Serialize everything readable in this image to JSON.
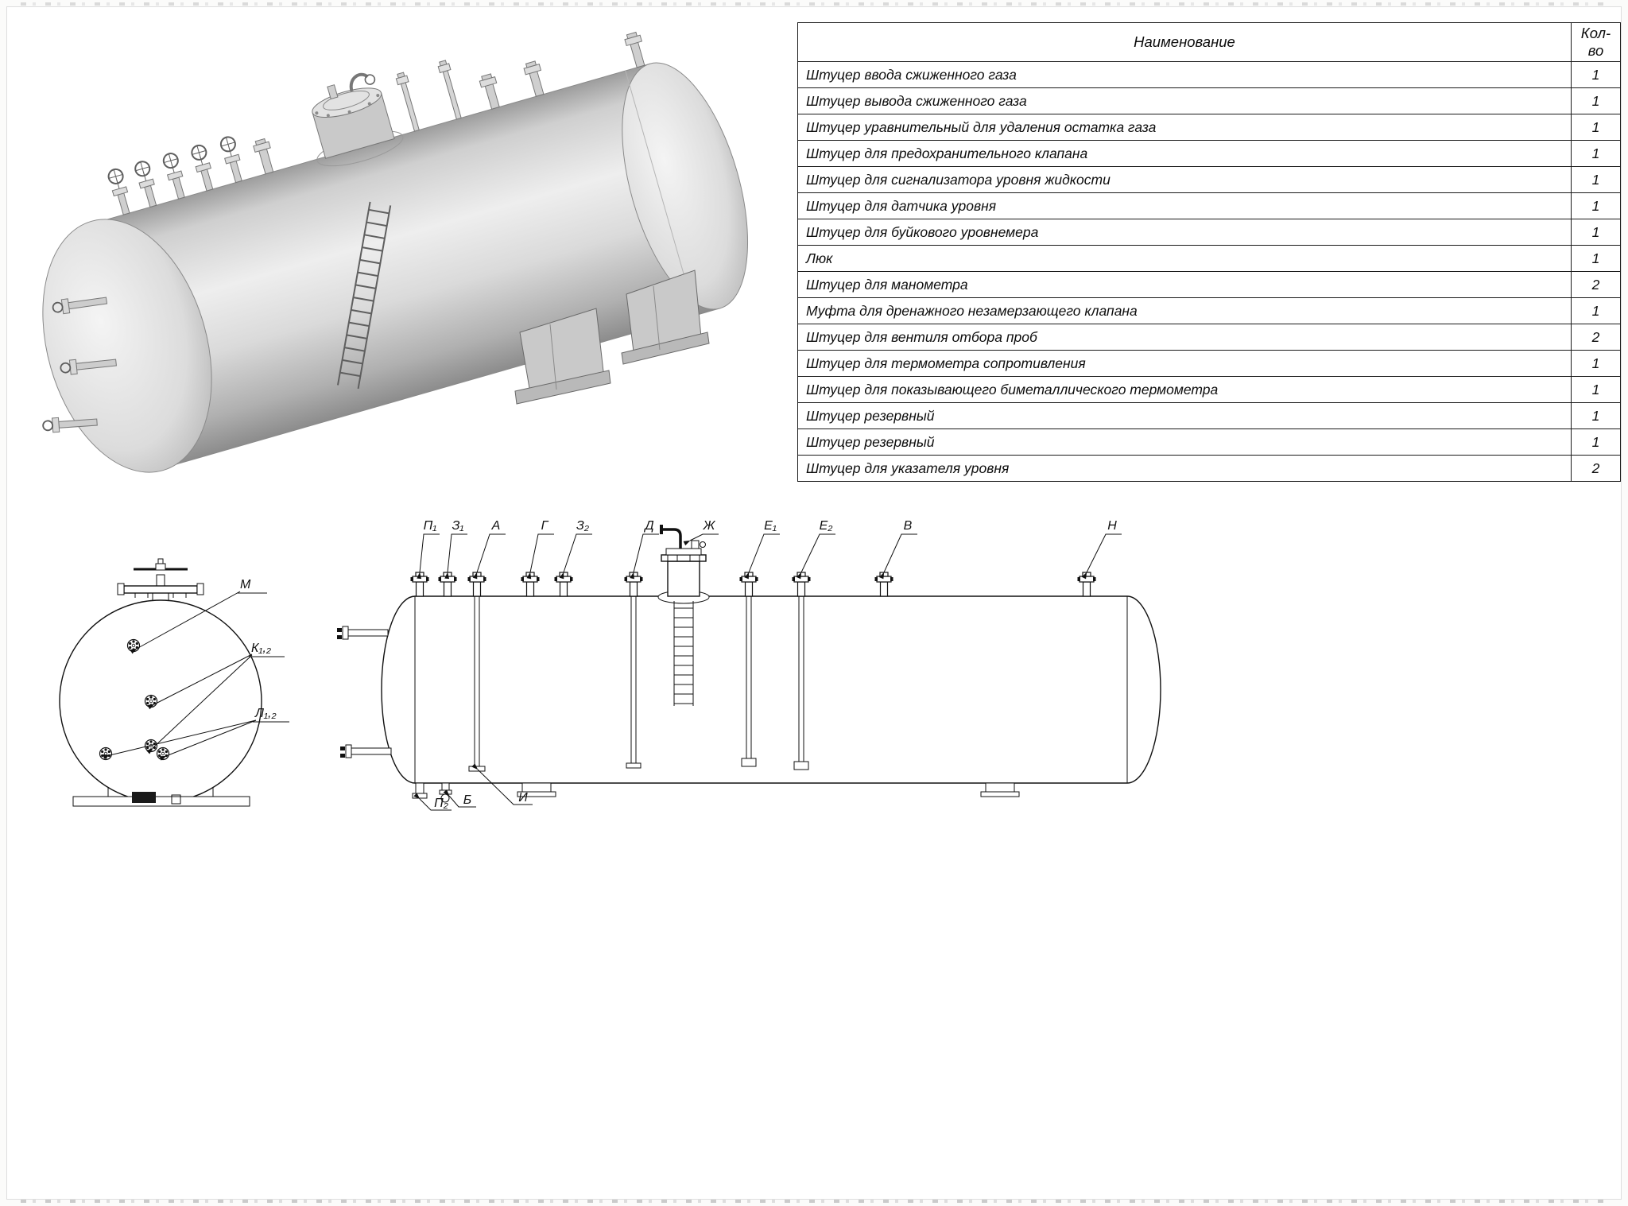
{
  "table": {
    "header": {
      "name": "Наименование",
      "qty": "Кол-во"
    },
    "rows": [
      {
        "name": "Штуцер ввода сжиженного газа",
        "qty": "1"
      },
      {
        "name": "Штуцер вывода сжиженного газа",
        "qty": "1"
      },
      {
        "name": "Штуцер уравнительный для удаления остатка газа",
        "qty": "1"
      },
      {
        "name": "Штуцер для предохранительного клапана",
        "qty": "1"
      },
      {
        "name": "Штуцер для сигнализатора уровня жидкости",
        "qty": "1"
      },
      {
        "name": "Штуцер для датчика уровня",
        "qty": "1"
      },
      {
        "name": "Штуцер для буйкового уровнемера",
        "qty": "1"
      },
      {
        "name": "Люк",
        "qty": "1"
      },
      {
        "name": "Штуцер для манометра",
        "qty": "2"
      },
      {
        "name": "Муфта для дренажного незамерзающего клапана",
        "qty": "1"
      },
      {
        "name": "Штуцер для вентиля отбора проб",
        "qty": "2"
      },
      {
        "name": "Штуцер для термометра сопротивления",
        "qty": "1"
      },
      {
        "name": "Штуцер для показывающего биметаллического термометра",
        "qty": "1"
      },
      {
        "name": "Штуцер резервный",
        "qty": "1"
      },
      {
        "name": "Штуцер резервный",
        "qty": "1"
      },
      {
        "name": "Штуцер для указателя уровня",
        "qty": "2"
      }
    ]
  },
  "side_view": {
    "top_labels": [
      "П₁",
      "З₁",
      "А",
      "Г",
      "З₂",
      "Д",
      "Ж",
      "Е₁",
      "Е₂",
      "В",
      "Н"
    ],
    "bottom_labels": [
      "П₂",
      "Б",
      "И"
    ]
  },
  "end_view": {
    "labels": [
      "М",
      "К₁,₂",
      "Л₁,₂"
    ]
  },
  "colors": {
    "line": "#111111",
    "steel_light": "#ececec",
    "steel_dark": "#8f8f8f"
  }
}
